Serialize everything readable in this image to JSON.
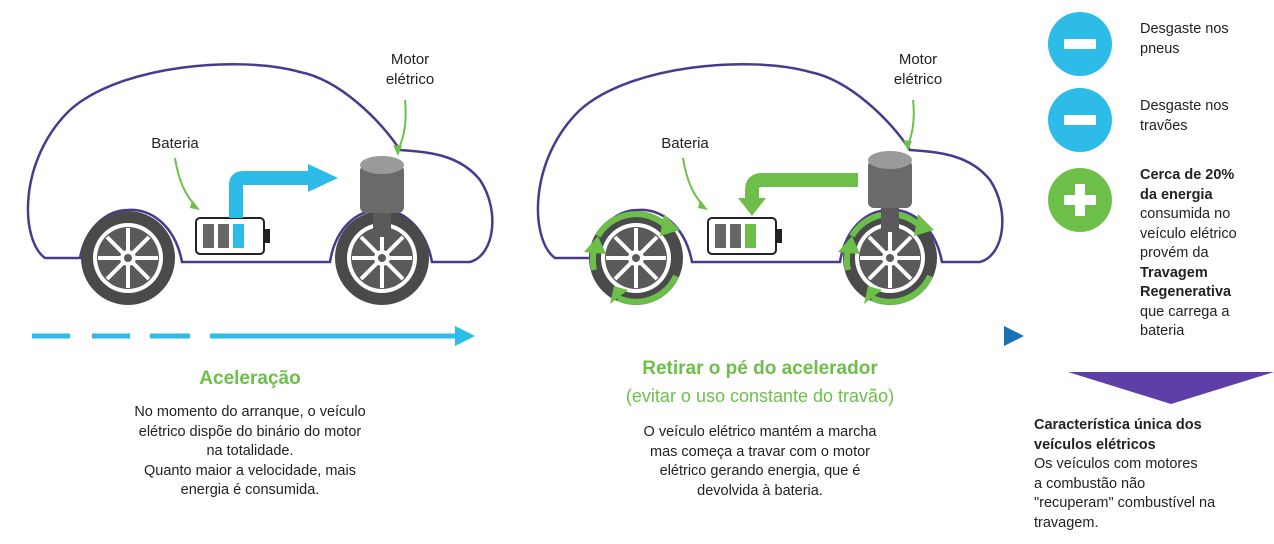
{
  "left_panel": {
    "motor_label_line1": "Motor",
    "motor_label_line2": "elétrico",
    "battery_label": "Bateria",
    "title": "Aceleração",
    "description": [
      "No momento do arranque, o veículo",
      "elétrico dispõe do binário do motor",
      "na totalidade.",
      "Quanto maior a velocidade, mais",
      "energia é consumida."
    ]
  },
  "middle_panel": {
    "motor_label_line1": "Motor",
    "motor_label_line2": "elétrico",
    "battery_label": "Bateria",
    "title": "Retirar o pé do acelerador",
    "subtitle": "(evitar o uso constante do travão)",
    "description": [
      "O veículo elétrico mantém a marcha",
      "mas começa a travar com o motor",
      "elétrico gerando energia, que é",
      "devolvida à bateria."
    ]
  },
  "right_panel": {
    "item1": {
      "sign": "minus",
      "lines": [
        "Desgaste nos",
        "pneus"
      ]
    },
    "item2": {
      "sign": "minus",
      "lines": [
        "Desgaste nos",
        "travões"
      ]
    },
    "item3": {
      "sign": "plus",
      "bold1": "Cerca de 20%",
      "bold2": "da energia",
      "line3": "consumida no",
      "line4": "veículo elétrico",
      "line5": "provém da",
      "bold6": "Travagem",
      "bold7": "Regenerativa",
      "line8": "que carrega a",
      "line9": "bateria"
    },
    "bottom": {
      "heading1": "Característica única dos",
      "heading2": "veículos elétricos",
      "lines": [
        "Os veículos com motores",
        "a combustão não",
        "\"recuperam\" combustível na",
        "travagem."
      ]
    }
  },
  "colors": {
    "car_outline": "#4a3a8f",
    "blue": "#2dbbe8",
    "green": "#6cc04a",
    "dark_blue": "#1a6fb5",
    "purple": "#5e3fa8",
    "wheel": "#555555"
  }
}
